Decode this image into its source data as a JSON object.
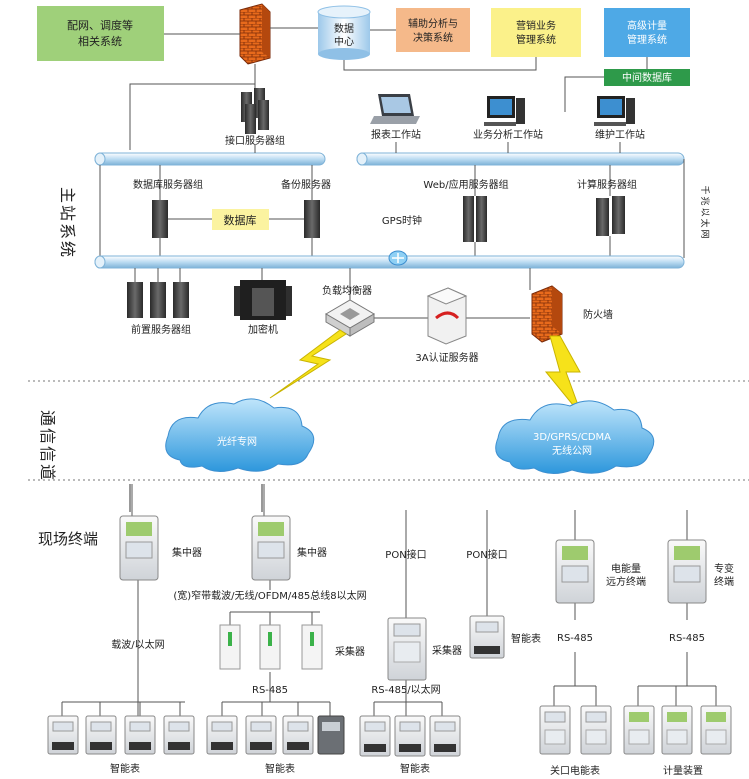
{
  "top_systems": {
    "distribution": "配网、调度等",
    "distribution_line2": "相关系统",
    "data_center_line1": "数据",
    "data_center_line2": "中心",
    "aux_line1": "辅助分析与",
    "aux_line2": "决策系统",
    "marketing_line1": "营销业务",
    "marketing_line2": "管理系统",
    "metering_line1": "高级计量",
    "metering_line2": "管理系统",
    "middle_db": "中间数据库"
  },
  "main_station": {
    "section_label_1": "主",
    "section_label_2": "站",
    "section_label_3": "系",
    "section_label_4": "统",
    "interface_servers": "接口服务器组",
    "report_ws": "报表工作站",
    "analysis_ws": "业务分析工作站",
    "maintenance_ws": "维护工作站",
    "db_servers": "数据库服务器组",
    "backup_server": "备份服务器",
    "database": "数据库",
    "web_servers": "Web/应用服务器组",
    "compute_servers": "计算服务器组",
    "gps_clock": "GPS时钟",
    "gigabit_1": "千",
    "gigabit_2": "兆",
    "gigabit_3": "以",
    "gigabit_4": "太",
    "gigabit_5": "网",
    "frontend_servers": "前置服务器组",
    "encryptor": "加密机",
    "load_balancer": "负载均衡器",
    "auth_server": "3A认证服务器",
    "firewall": "防火墙"
  },
  "channel": {
    "label_1": "通",
    "label_2": "信",
    "label_3": "信",
    "label_4": "道",
    "fiber": "光纤专网",
    "wireless_line1": "3D/GPRS/CDMA",
    "wireless_line2": "无线公网"
  },
  "field": {
    "section_label": "现场终端",
    "concentrator_1": "集中器",
    "concentrator_2": "集中器",
    "carrier_label": "(宽)窄带载波/无线/OFDM/485总线8以太网",
    "carrier_ethernet": "载波/以太网",
    "collector_1": "采集器",
    "collector_2": "采集器",
    "rs485_1": "RS-485",
    "rs485_eth": "RS-485/以太网",
    "pon_1": "PON接口",
    "pon_2": "PON接口",
    "smart_meter_pon": "智能表",
    "remote_term_line1": "电能量",
    "remote_term_line2": "远方终端",
    "special_term_line1": "专变",
    "special_term_line2": "终端",
    "rs485_2": "RS-485",
    "rs485_3": "RS-485",
    "meters_1": "智能表",
    "meters_2": "智能表",
    "meters_3": "智能表",
    "gateway_meters": "关口电能表",
    "metering_devices": "计量装置"
  },
  "colors": {
    "distribution_box": "#9fd07a",
    "aux_box": "#f5b98a",
    "marketing_box": "#fbf18a",
    "metering_box": "#4ea9e6",
    "middle_db_box": "#2e9a4a",
    "database_box": "#fbf3a0",
    "bus": "#cfe6f6",
    "cloud": "#4fb0e8",
    "lightning": "#f6e21a"
  }
}
